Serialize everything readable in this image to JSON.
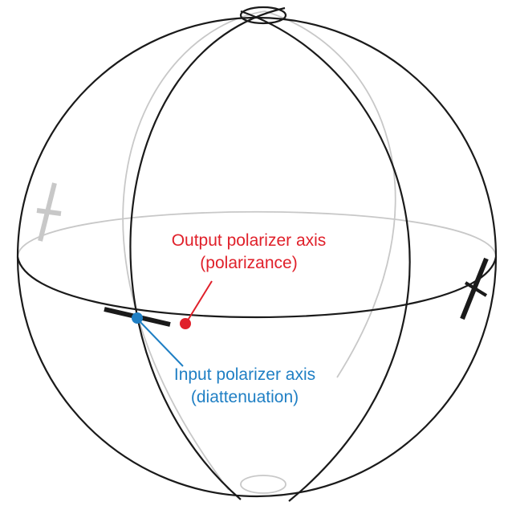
{
  "diagram": {
    "colors": {
      "front_line": "#1a1a1a",
      "back_line": "#c8c8c8",
      "output": "#e0202a",
      "input": "#1f7fc4"
    },
    "output_label": {
      "line1": "Output polarizer axis",
      "line2": "(polarizance)"
    },
    "input_label": {
      "line1": "Input polarizer axis",
      "line2": "(diattenuation)"
    }
  }
}
